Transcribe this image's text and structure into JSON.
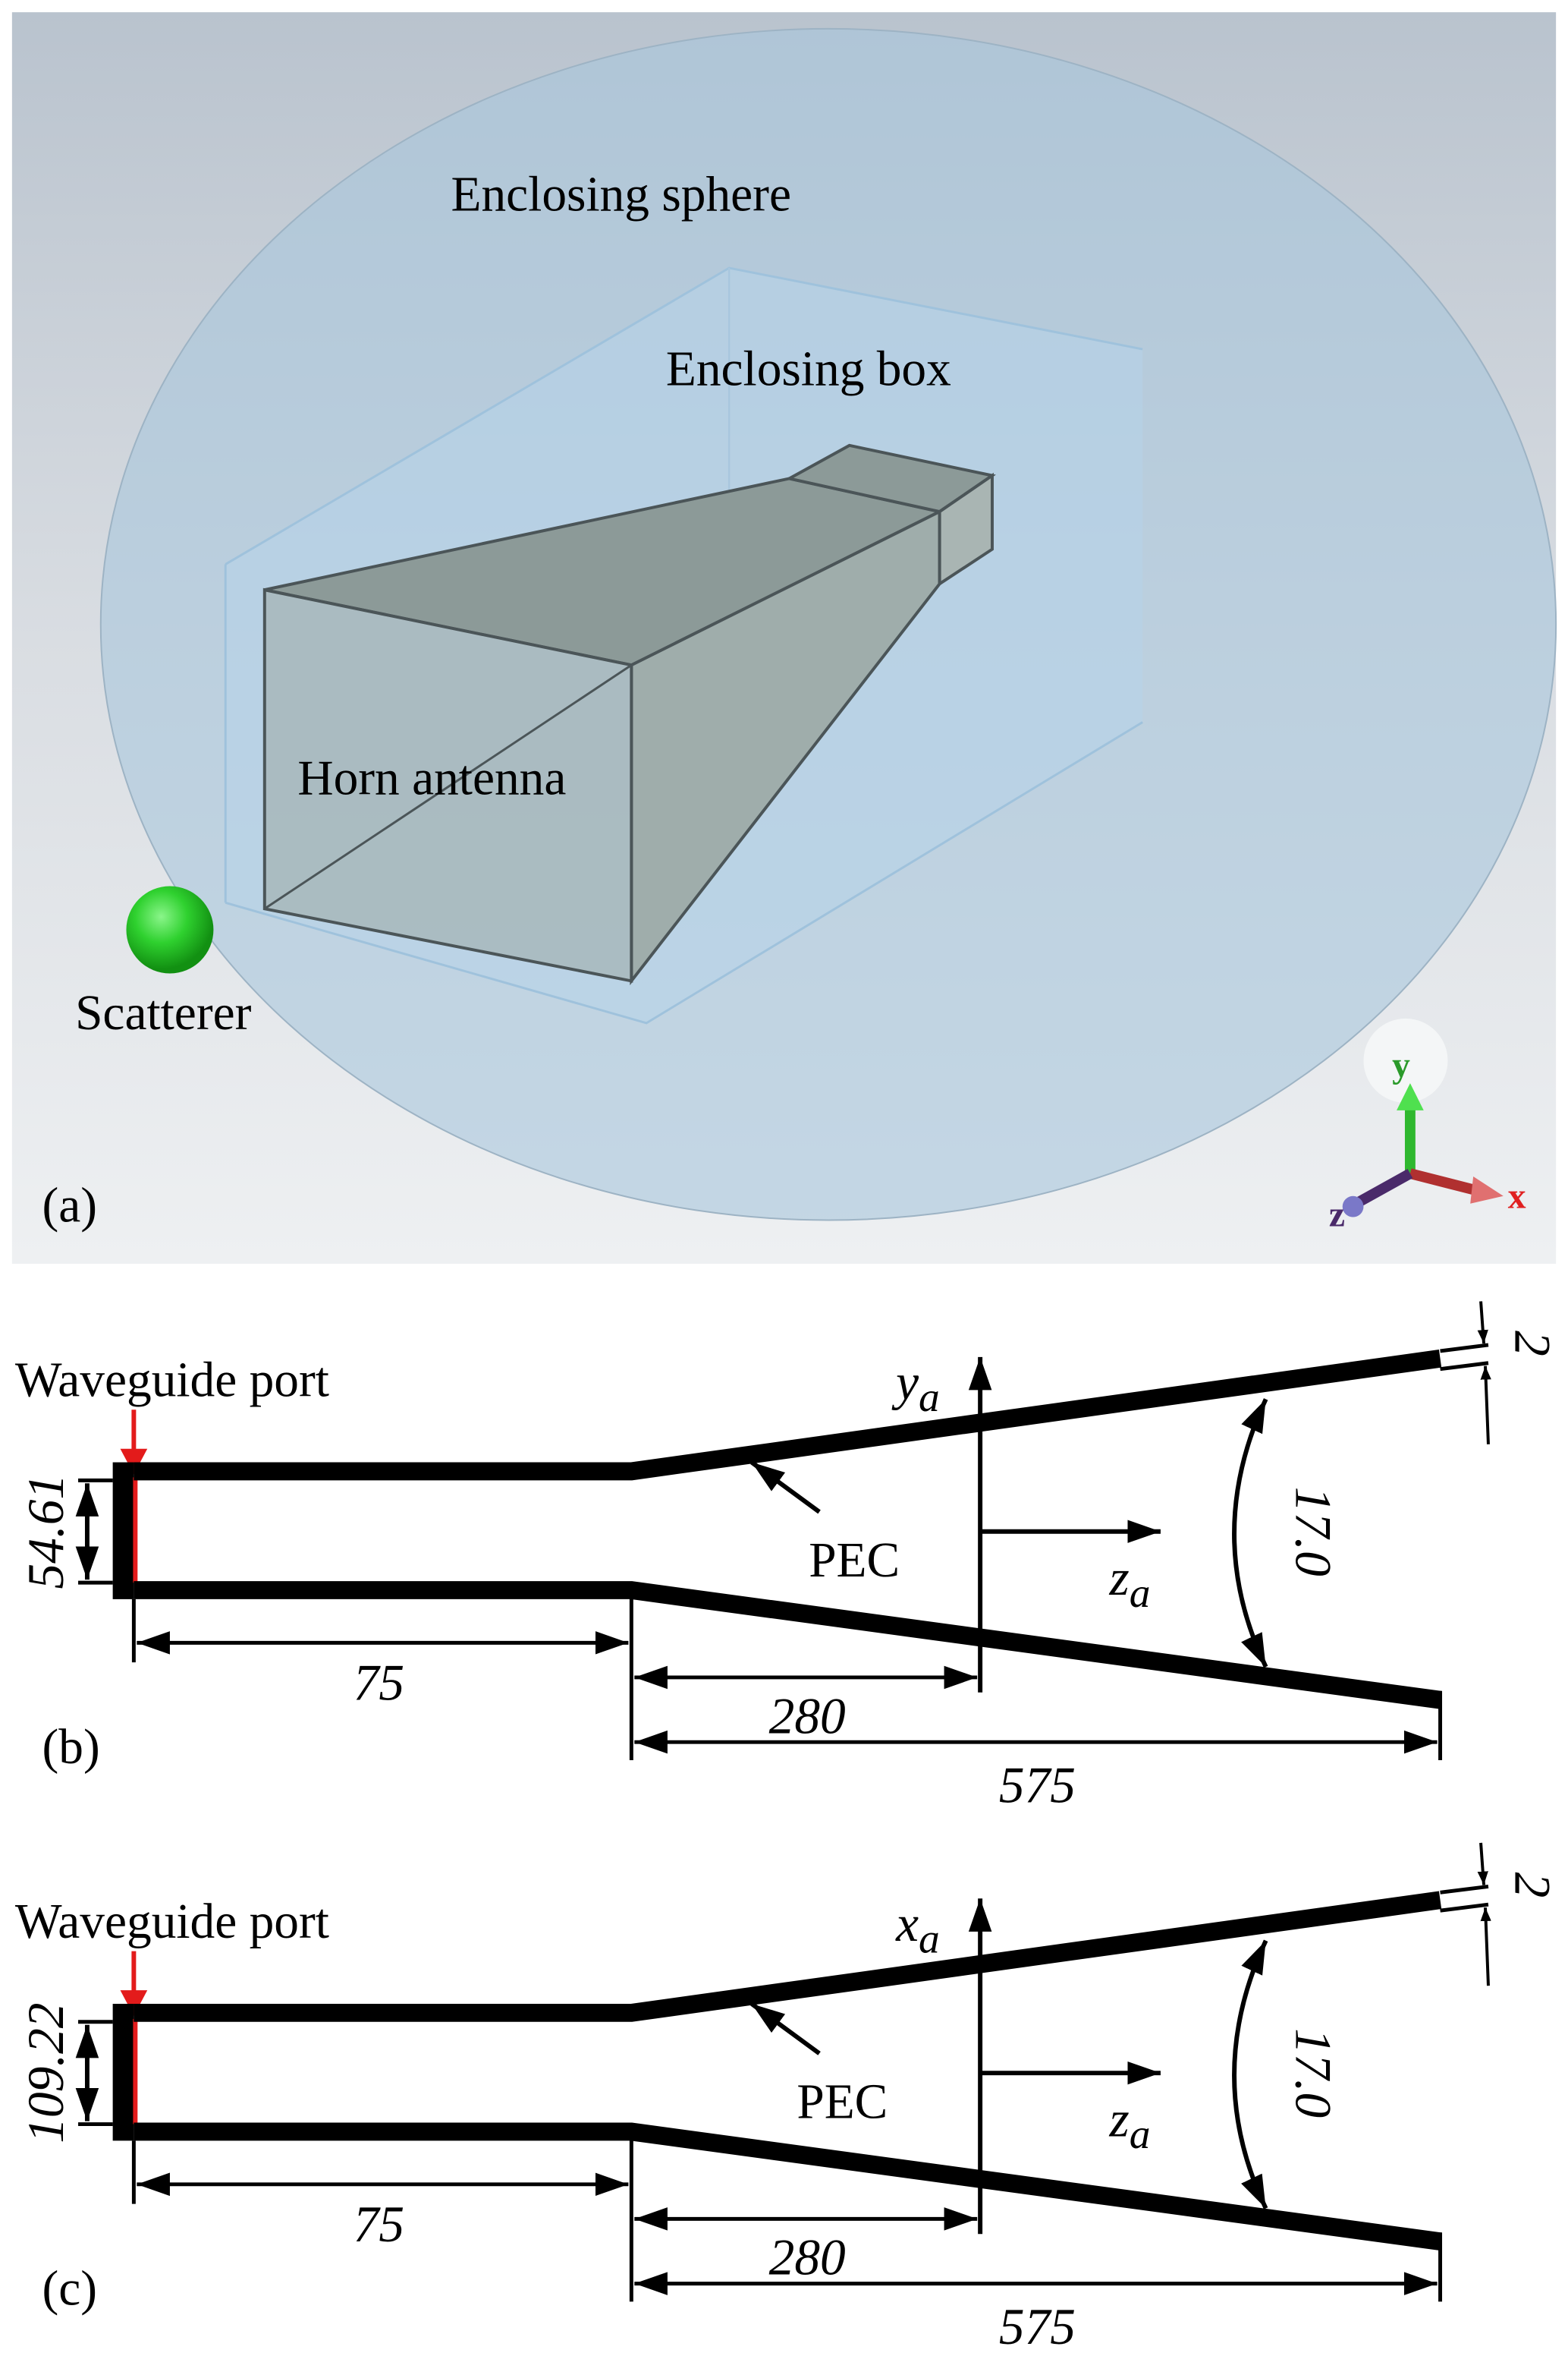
{
  "panel_a": {
    "label": "(a)",
    "sphere_label": "Enclosing sphere",
    "box_label": "Enclosing box",
    "horn_label": "Horn antenna",
    "scatterer_label": "Scatterer",
    "axes": {
      "x": "x",
      "y": "y",
      "z": "z"
    },
    "colors": {
      "scatterer": "#2fd12f",
      "x_axis": "#e02020",
      "y_axis": "#2fb82f",
      "z_axis": "#4a2a6a"
    }
  },
  "panel_b": {
    "label": "(b)",
    "port_label": "Waveguide port",
    "height_dim": "54.61",
    "axis_vertical": "y",
    "axis_horizontal": "z",
    "axis_subscript": "a",
    "pec_label": "PEC",
    "angle_dim": "17.0",
    "thickness_dim": "2",
    "dim_75": "75",
    "dim_280": "280",
    "dim_575": "575"
  },
  "panel_c": {
    "label": "(c)",
    "port_label": "Waveguide port",
    "height_dim": "109.22",
    "axis_vertical": "x",
    "axis_horizontal": "z",
    "axis_subscript": "a",
    "pec_label": "PEC",
    "angle_dim": "17.0",
    "thickness_dim": "2",
    "dim_75": "75",
    "dim_280": "280",
    "dim_575": "575"
  }
}
